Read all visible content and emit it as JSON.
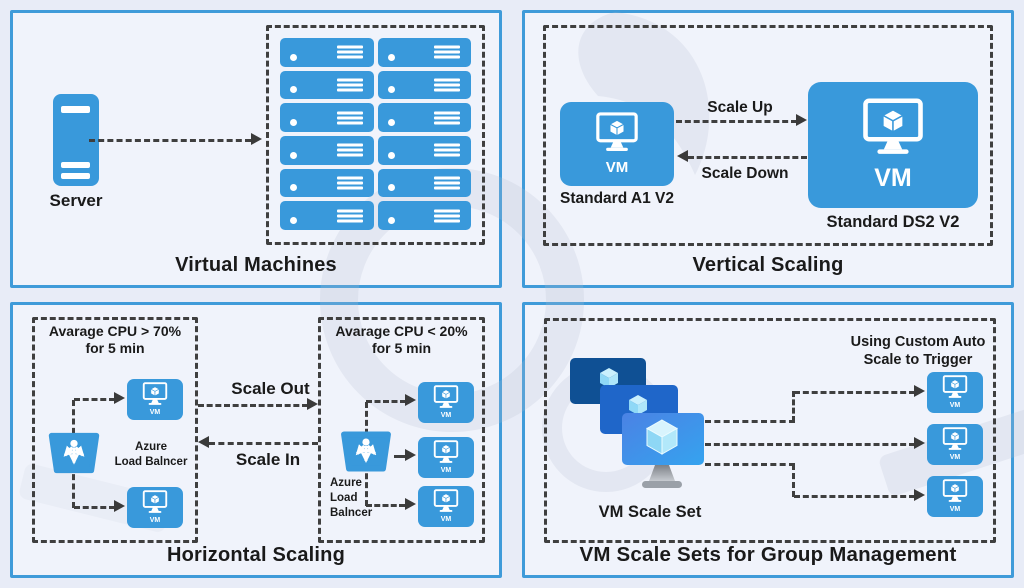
{
  "labels": {
    "vm": "VM"
  },
  "colors": {
    "page_bg": "#e8ecf7",
    "panel_bg": "#f0f3fb",
    "panel_border": "#3f9bd9",
    "icon_blue": "#3999db",
    "dash": "#3f3f3f",
    "scaleset_back": "#0f5094",
    "scaleset_mid": "#1f66c9",
    "scaleset_front_top": "#4b82e4",
    "scaleset_front_bottom": "#35a3ef"
  },
  "panels": {
    "virtual_machines": {
      "title": "Virtual Machines",
      "server_label": "Server",
      "rack_count": 12
    },
    "vertical_scaling": {
      "title": "Vertical Scaling",
      "scale_up": "Scale Up",
      "scale_down": "Scale Down",
      "small_vm_name": "Standard A1 V2",
      "large_vm_name": "Standard DS2 V2"
    },
    "horizontal_scaling": {
      "title": "Horizontal Scaling",
      "scale_out": "Scale Out",
      "scale_in": "Scale In",
      "left_group": {
        "condition_line1": "Avarage CPU > 70%",
        "condition_line2": "for 5 min",
        "lb_line1": "Azure",
        "lb_line2": "Load Balncer"
      },
      "right_group": {
        "condition_line1": "Avarage CPU < 20%",
        "condition_line2": "for 5 min",
        "lb_line1": "Azure",
        "lb_line2": "Load",
        "lb_line3": "Balncer"
      }
    },
    "vm_scale_sets": {
      "title": "VM Scale Sets for Group Management",
      "scale_set_label": "VM Scale Set",
      "trigger_line1": "Using Custom Auto",
      "trigger_line2": "Scale to Trigger"
    }
  }
}
